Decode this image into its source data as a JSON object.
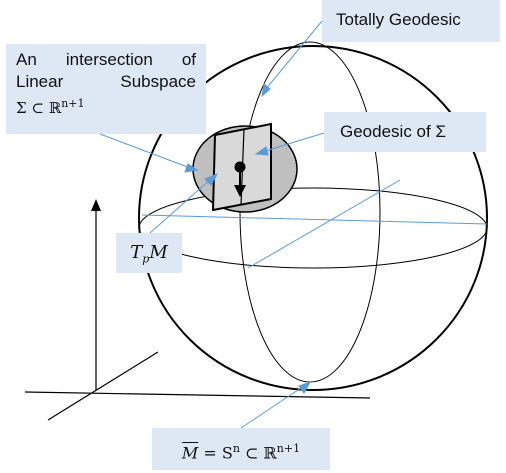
{
  "colors": {
    "callout_fill": "#dde8f4",
    "leader_line": "#5b9bd5",
    "sphere_stroke": "#000000",
    "disk_fill": "#bfbfbf",
    "plane_fill": "#d9d9d9"
  },
  "labels": {
    "intersection": {
      "line1": "An intersection of",
      "line2": "Linear Subspace",
      "line3": "Σ ⊂ ℝ",
      "line3_sup": "n+1"
    },
    "totally_geodesic": "Totally Geodesic",
    "geodesic_of_sigma": "Geodesic of Σ",
    "tangent_space": {
      "base": "T",
      "sub": "p",
      "tail": "M"
    },
    "manifold": {
      "bar": "M",
      "rest": " = S",
      "rest_sup": "n",
      "tail": " ⊂ ℝ",
      "tail_sup": "n+1"
    }
  }
}
